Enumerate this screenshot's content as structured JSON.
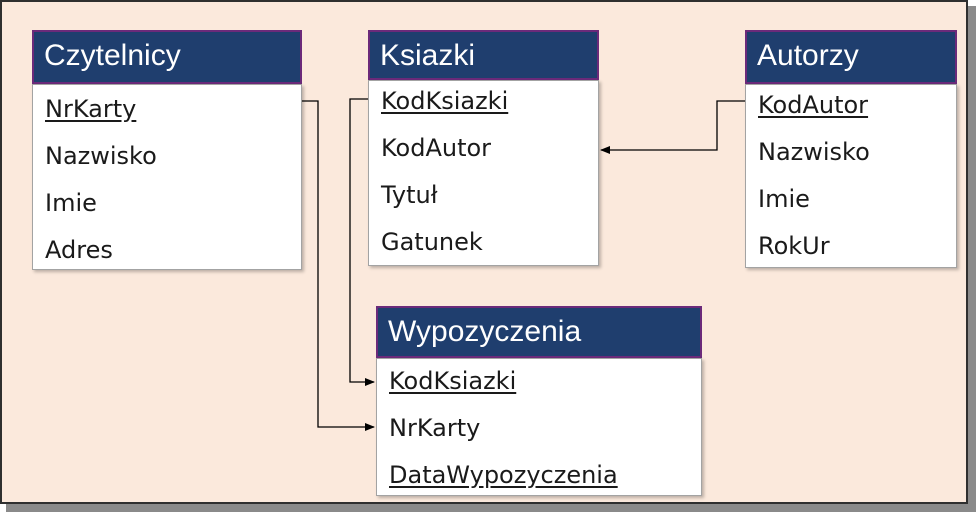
{
  "tables": {
    "czytelnicy": {
      "title": "Czytelnicy",
      "fields": [
        {
          "name": "NrKarty",
          "key": true
        },
        {
          "name": "Nazwisko",
          "key": false
        },
        {
          "name": "Imie",
          "key": false
        },
        {
          "name": "Adres",
          "key": false
        }
      ]
    },
    "ksiazki": {
      "title": "Ksiazki",
      "fields": [
        {
          "name": "KodKsiazki",
          "key": true
        },
        {
          "name": "KodAutor",
          "key": false
        },
        {
          "name": "Tytuł",
          "key": false
        },
        {
          "name": "Gatunek",
          "key": false
        }
      ]
    },
    "autorzy": {
      "title": "Autorzy",
      "fields": [
        {
          "name": "KodAutor",
          "key": true
        },
        {
          "name": "Nazwisko",
          "key": false
        },
        {
          "name": "Imie",
          "key": false
        },
        {
          "name": "RokUr",
          "key": false
        }
      ]
    },
    "wypozyczenia": {
      "title": "Wypozyczenia",
      "fields": [
        {
          "name": "KodKsiazki",
          "key": true
        },
        {
          "name": "NrKarty",
          "key": false
        },
        {
          "name": "DataWypozyczenia",
          "key": true
        }
      ]
    }
  },
  "relations": [
    {
      "from": "czytelnicy.NrKarty",
      "to": "wypozyczenia.NrKarty"
    },
    {
      "from": "ksiazki.KodKsiazki",
      "to": "wypozyczenia.KodKsiazki"
    },
    {
      "from": "autorzy.KodAutor",
      "to": "ksiazki.KodAutor"
    }
  ],
  "colors": {
    "background": "#fbe9dc",
    "header_fill": "#1f3e6e",
    "header_border": "#6b2a7a",
    "row_fill": "#ffffff"
  }
}
